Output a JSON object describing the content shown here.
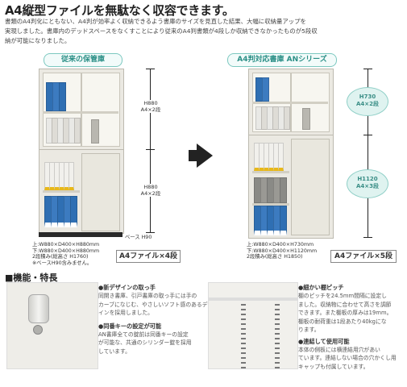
{
  "header": {
    "title": "A4縦型ファイルを無駄なく収容できます。",
    "intro_lines": [
      "書類のA4判化にともない、A4判が効率よく収納できるよう書庫のサイズを見直した結果、大幅に収納量アップを",
      "実現しました。書庫内のデッドスペースをなくすことにより従来のA4判書類が4段しか収納できなかったものが5段収",
      "納が可能になりました。"
    ]
  },
  "left_cabinet": {
    "label": "従来の保管庫",
    "dim_upper_1": "H880",
    "dim_upper_2": "A4×2段",
    "dim_lower_1": "H880",
    "dim_lower_2": "A4×2段",
    "base_label": "ベース H90",
    "spec_lines": [
      "上:W880×D400×H880mm",
      "下:W880×D400×H880mm",
      "2段積み(総高さ H1760)",
      "※ベースH90含みません。"
    ],
    "count_label": "A4ファイル×4段"
  },
  "right_cabinet": {
    "label": "A4判対応書庫 ANシリーズ",
    "dim_upper_1": "H730",
    "dim_upper_2": "A4×2段",
    "dim_lower_1": "H1120",
    "dim_lower_2": "A4×3段",
    "spec_lines": [
      "上:W880×D400×H730mm",
      "下:W880×D400×H1120mm",
      "2段積み(総高さ H1850)"
    ],
    "count_label": "A4ファイル×5段"
  },
  "features": {
    "heading": "■機能・特長",
    "left_items": [
      {
        "title": "●新デザインの取っ手",
        "lines": [
          "同開き書庫、引戸書庫の取っ手には手の",
          "カーブになじむ、やさしいソフト感のあるデザ",
          "インを採用しました。"
        ]
      },
      {
        "title": "●同番キーの設定が可能",
        "lines": [
          "AN書庫全ての錠前は同番キーの設定",
          "が可能な、共通のシリンダー錠を採用",
          "しています。"
        ]
      }
    ],
    "right_items": [
      {
        "title": "●細かい棚ピッチ",
        "lines": [
          "棚のピッチを24.5mm間隔に設定し",
          "ました。収納物に合わせて高さを調節",
          "できます。また棚板の厚みは19mm。",
          "棚板の耐荷重は1段あたり40kgにな",
          "ります。"
        ]
      },
      {
        "title": "●連結して使用可能",
        "lines": [
          "本体の側板には横連結用穴があい",
          "ています。連結しない場合の穴かくし用",
          "キャップも付属しています。"
        ]
      }
    ]
  },
  "colors": {
    "accent_teal": "#2a8f86",
    "file_blue": "#2f6fb3",
    "file_yellow": "#e8b81a",
    "arrow": "#222222"
  }
}
